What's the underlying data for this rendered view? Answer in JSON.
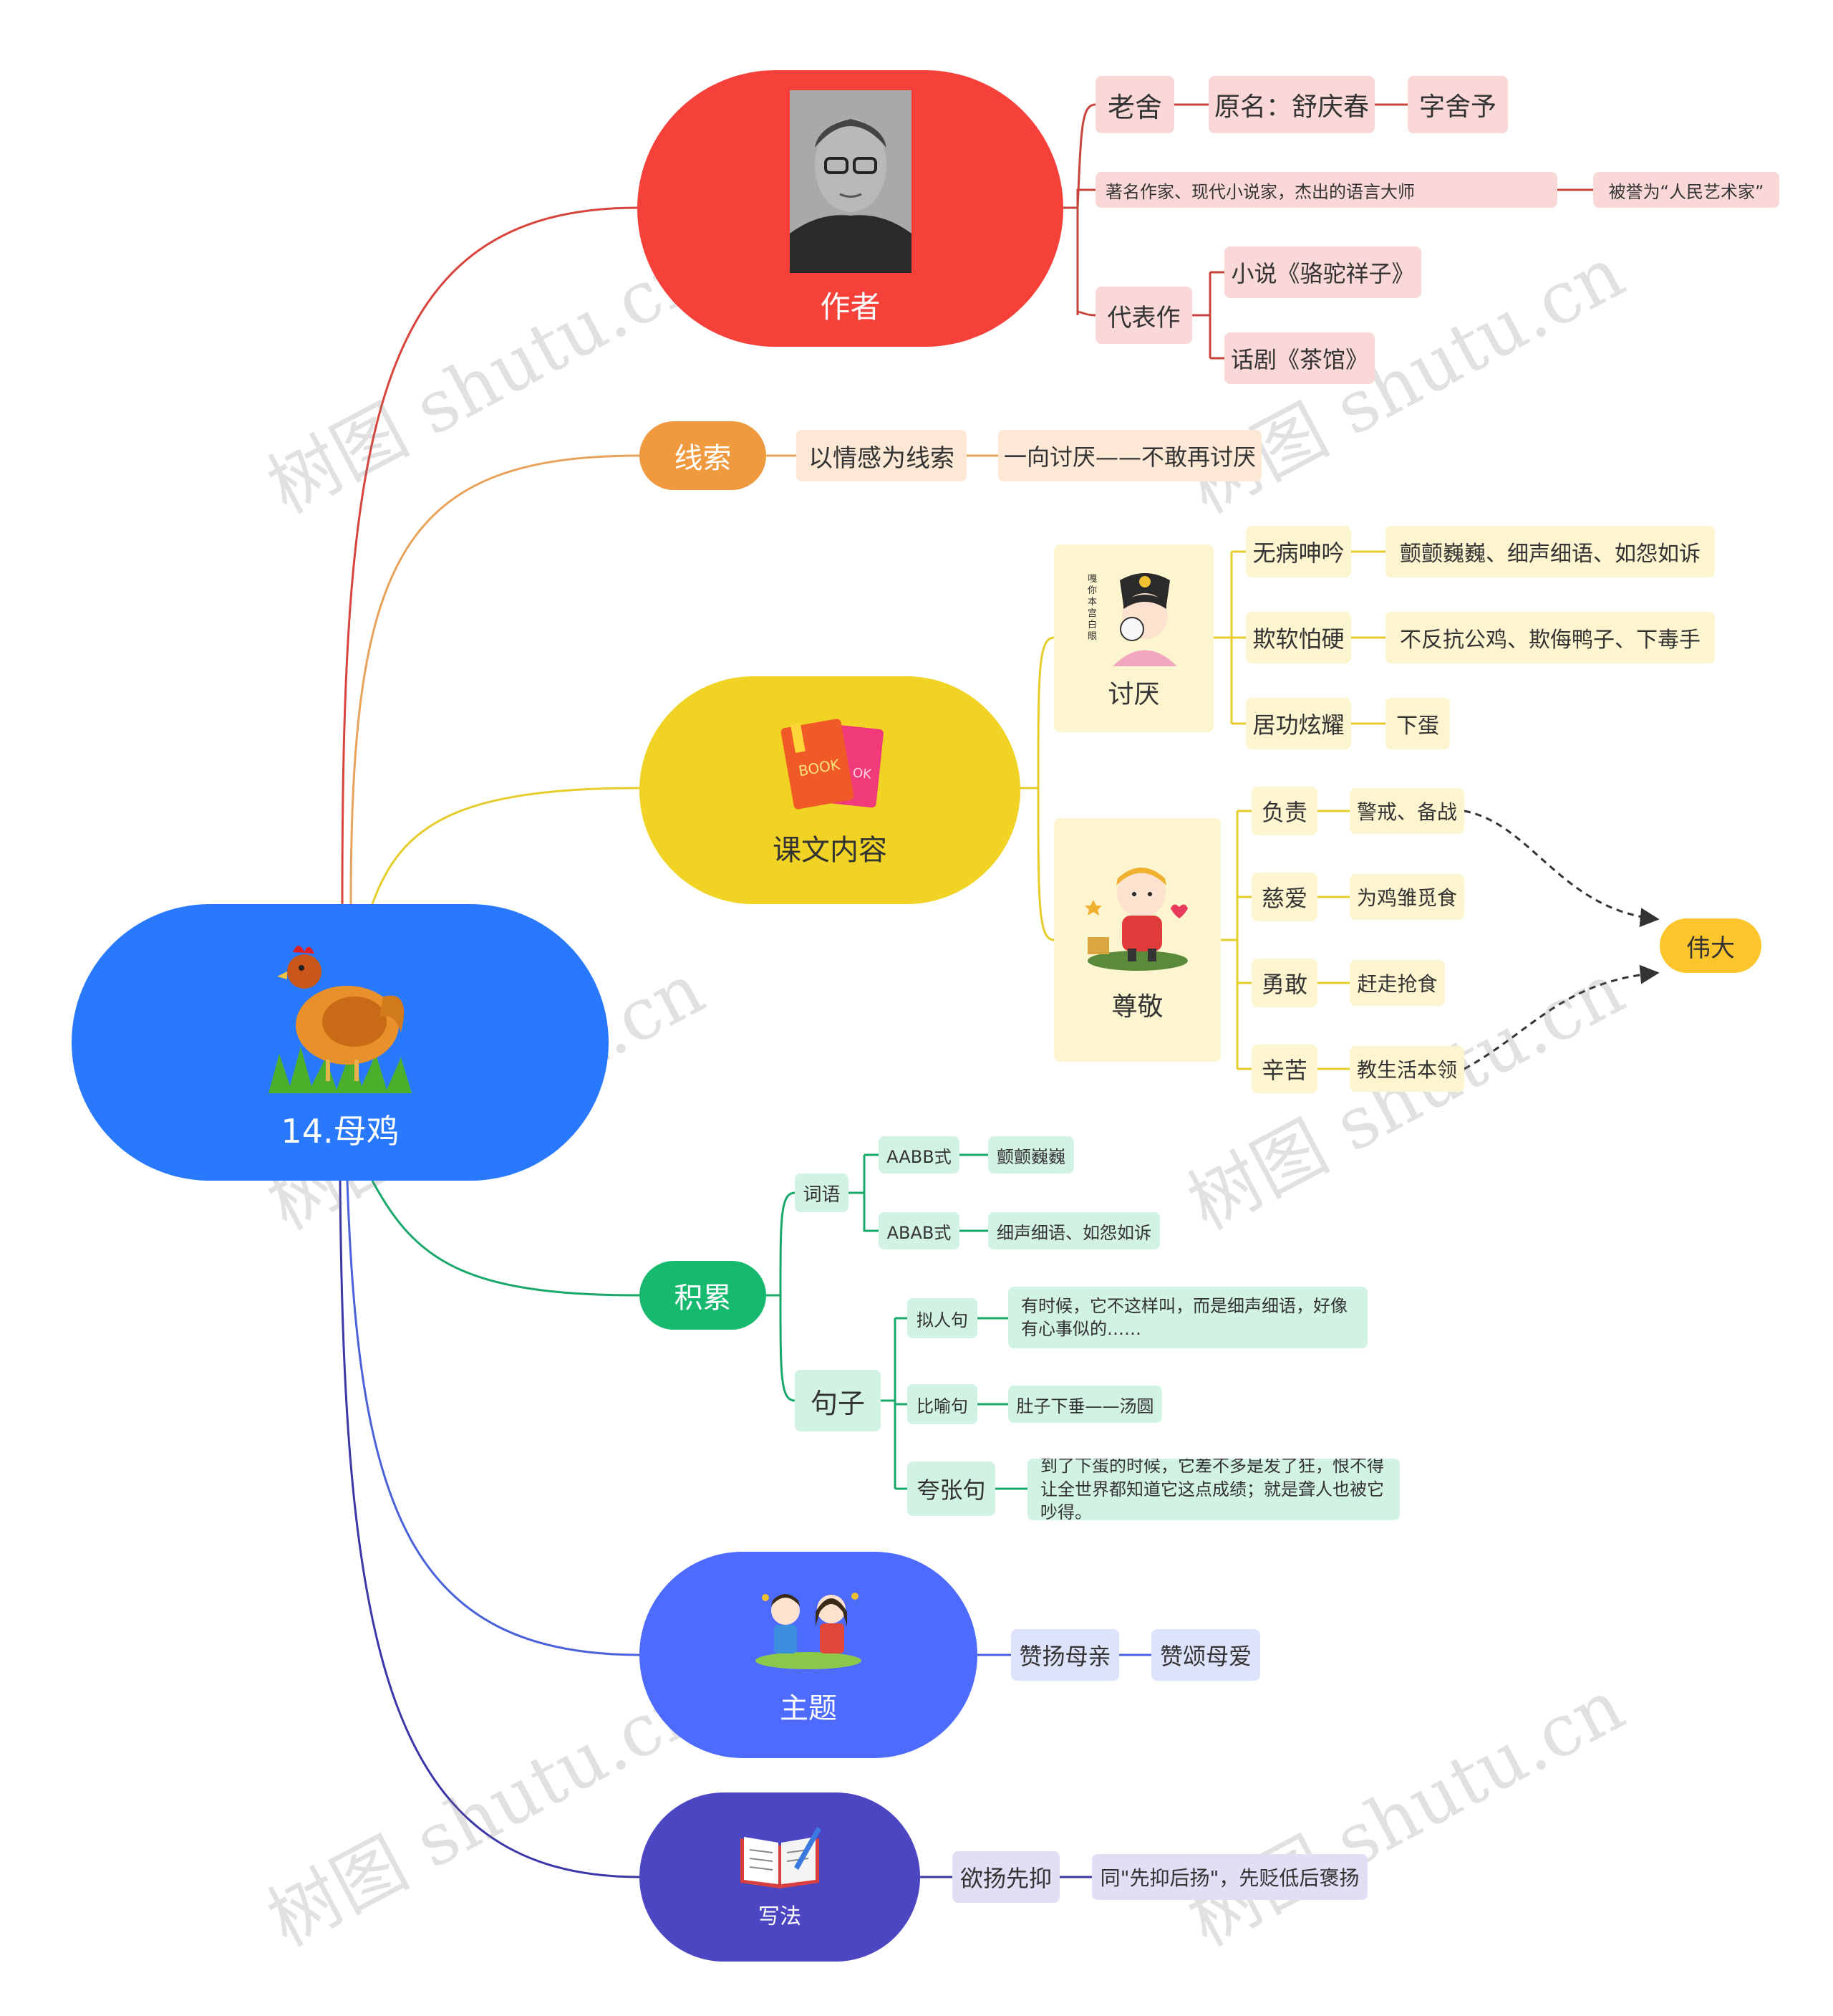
{
  "root": {
    "label": "14.母鸡",
    "icon": "hen-icon"
  },
  "author": {
    "label": "作者",
    "icon": "portrait-photo",
    "name": "老舍",
    "original_name": "原名：舒庆春",
    "courtesy_name": "字舍予",
    "description": "著名作家、现代小说家，杰出的语言大师",
    "honor": "被誉为“人民艺术家”",
    "works_label": "代表作",
    "works": [
      "小说《骆驼祥子》",
      "话剧《茶馆》"
    ]
  },
  "clue": {
    "label": "线索",
    "items": [
      "以情感为线索",
      "一向讨厌——不敢再讨厌"
    ]
  },
  "content": {
    "label": "课文内容",
    "icon": "books-icon",
    "dislike": {
      "label": "讨厌",
      "icon": "angry-girl-icon",
      "stamp": "嘎你本宫白眼",
      "items": [
        {
          "k": "无病呻吟",
          "v": "颤颤巍巍、细声细语、如怨如诉"
        },
        {
          "k": "欺软怕硬",
          "v": "不反抗公鸡、欺侮鸭子、下毒手"
        },
        {
          "k": "居功炫耀",
          "v": "下蛋"
        }
      ]
    },
    "respect": {
      "label": "尊敬",
      "icon": "boy-icon",
      "items": [
        {
          "k": "负责",
          "v": "警戒、备战"
        },
        {
          "k": "慈爱",
          "v": "为鸡雏觅食"
        },
        {
          "k": "勇敢",
          "v": "赶走抢食"
        },
        {
          "k": "辛苦",
          "v": "教生活本领"
        }
      ]
    },
    "summary": "伟大"
  },
  "accumulate": {
    "label": "积累",
    "words": {
      "label": "词语",
      "items": [
        {
          "k": "AABB式",
          "v": "颤颤巍巍"
        },
        {
          "k": "ABAB式",
          "v": "细声细语、如怨如诉"
        }
      ]
    },
    "sentences": {
      "label": "句子",
      "items": [
        {
          "k": "拟人句",
          "v": "有时候，它不这样叫，而是细声细语，好像有心事似的……"
        },
        {
          "k": "比喻句",
          "v": "肚子下垂——汤圆"
        },
        {
          "k": "夸张句",
          "v": "到了下蛋的时候，它差不多是发了狂，恨不得让全世界都知道它这点成绩；就是聋人也被它吵得。"
        }
      ]
    }
  },
  "theme": {
    "label": "主题",
    "icon": "children-icon",
    "items": [
      "赞扬母亲",
      "赞颂母爱"
    ]
  },
  "writing": {
    "label": "写法",
    "icon": "book-pen-icon",
    "items": [
      "欲扬先抑",
      "同\"先抑后扬\"，先贬低后褒扬"
    ]
  },
  "watermark": "树图 shutu.cn",
  "colors": {
    "root": "#2979ff",
    "author": "#f5413a",
    "clue": "#f09a40",
    "content": "#f0d324",
    "accumulate": "#17b96f",
    "theme": "#4d6bff",
    "writing": "#4c46c2"
  }
}
